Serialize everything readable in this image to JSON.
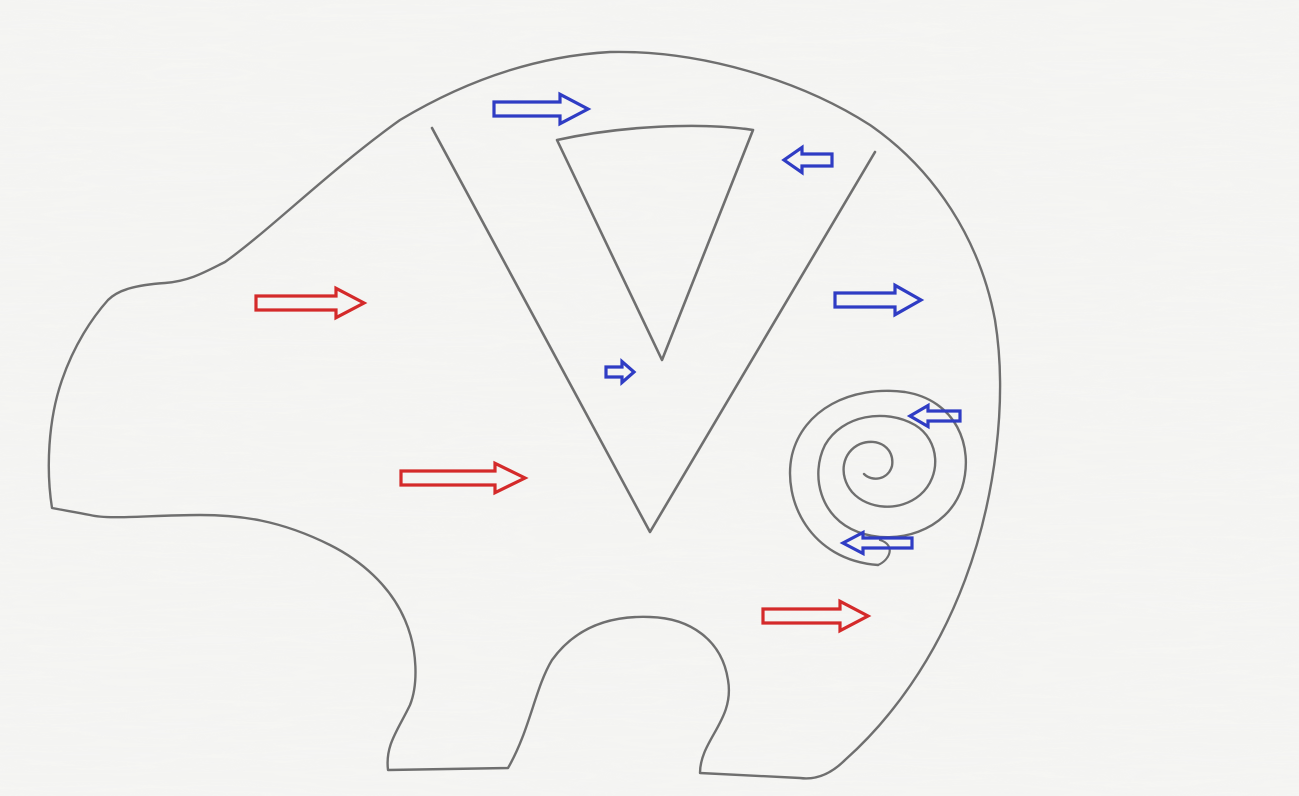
{
  "drawing": {
    "subject": "bear-outline-sketch",
    "paper_color": "#f4f4f2",
    "pencil_color": "#6f6f6f",
    "arrow_colors": {
      "red": "#d42a2a",
      "blue": "#2f3cc4"
    },
    "arrows": [
      {
        "name": "red-arrow-head-area",
        "color": "red",
        "direction": "right"
      },
      {
        "name": "red-arrow-chest",
        "color": "red",
        "direction": "right"
      },
      {
        "name": "red-arrow-belly",
        "color": "red",
        "direction": "right"
      },
      {
        "name": "blue-arrow-top",
        "color": "blue",
        "direction": "right"
      },
      {
        "name": "blue-arrow-upper-right",
        "color": "blue",
        "direction": "left"
      },
      {
        "name": "blue-arrow-right-side",
        "color": "blue",
        "direction": "right"
      },
      {
        "name": "blue-arrow-triangle-tip",
        "color": "blue",
        "direction": "right"
      },
      {
        "name": "blue-arrow-spiral-top",
        "color": "blue",
        "direction": "left"
      },
      {
        "name": "blue-arrow-spiral-bottom",
        "color": "blue",
        "direction": "left"
      }
    ]
  }
}
